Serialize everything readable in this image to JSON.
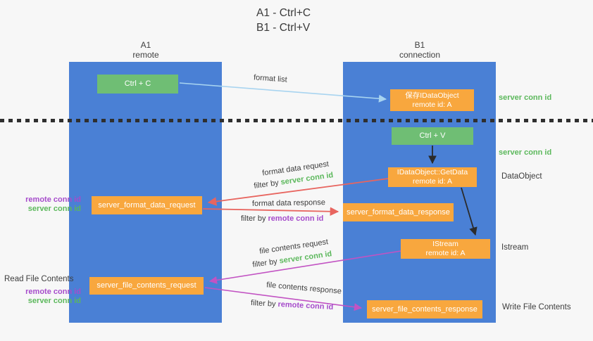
{
  "title": {
    "line1": "A1 - Ctrl+C",
    "line2": "B1 - Ctrl+V"
  },
  "lanes": {
    "a": {
      "name": "A1",
      "role": "remote"
    },
    "b": {
      "name": "B1",
      "role": "connection"
    }
  },
  "nodes": {
    "ctrl_c": {
      "label": "Ctrl + C"
    },
    "ctrl_v": {
      "label": "Ctrl + V"
    },
    "save_idataobject": {
      "line1": "保存IDataObject",
      "line2": "remote id: A"
    },
    "getdata": {
      "line1": "IDataObject::GetData",
      "line2": "remote id: A"
    },
    "istream": {
      "line1": "IStream",
      "line2": "remote id: A"
    },
    "format_request": {
      "label": "server_format_data_request"
    },
    "format_response": {
      "label": "server_format_data_response"
    },
    "file_request": {
      "label": "server_file_contents_request"
    },
    "file_response": {
      "label": "server_file_contents_response"
    }
  },
  "side_labels": {
    "server_conn_id_top": "server conn id",
    "server_conn_id_mid": "server conn id",
    "dataobject": "DataObject",
    "istream": "Istream",
    "read_file_contents": "Read File Contents",
    "write_file_contents": "Write File Contents",
    "remote_conn_id": "remote conn id",
    "server_conn_id": "server conn id"
  },
  "arrow_labels": {
    "format_list": "format list",
    "format_data_request": "format data request",
    "format_data_response": "format data response",
    "file_contents_request": "file contents request",
    "file_contents_response": "file contents response",
    "filter_by": "filter by",
    "server_conn_id": "server conn id",
    "remote_conn_id": "remote conn id"
  },
  "colors": {
    "lane_blue": "#4a80d5",
    "node_green": "#6fbe74",
    "node_orange": "#f8a73e",
    "arrow_red": "#e8655f",
    "arrow_magenta": "#c253c3",
    "arrow_light_blue": "#a8d4f0",
    "arrow_black": "#2b2b2b",
    "id_green": "#5cb85c",
    "id_purple": "#a64ccb",
    "background": "#f7f7f7"
  }
}
